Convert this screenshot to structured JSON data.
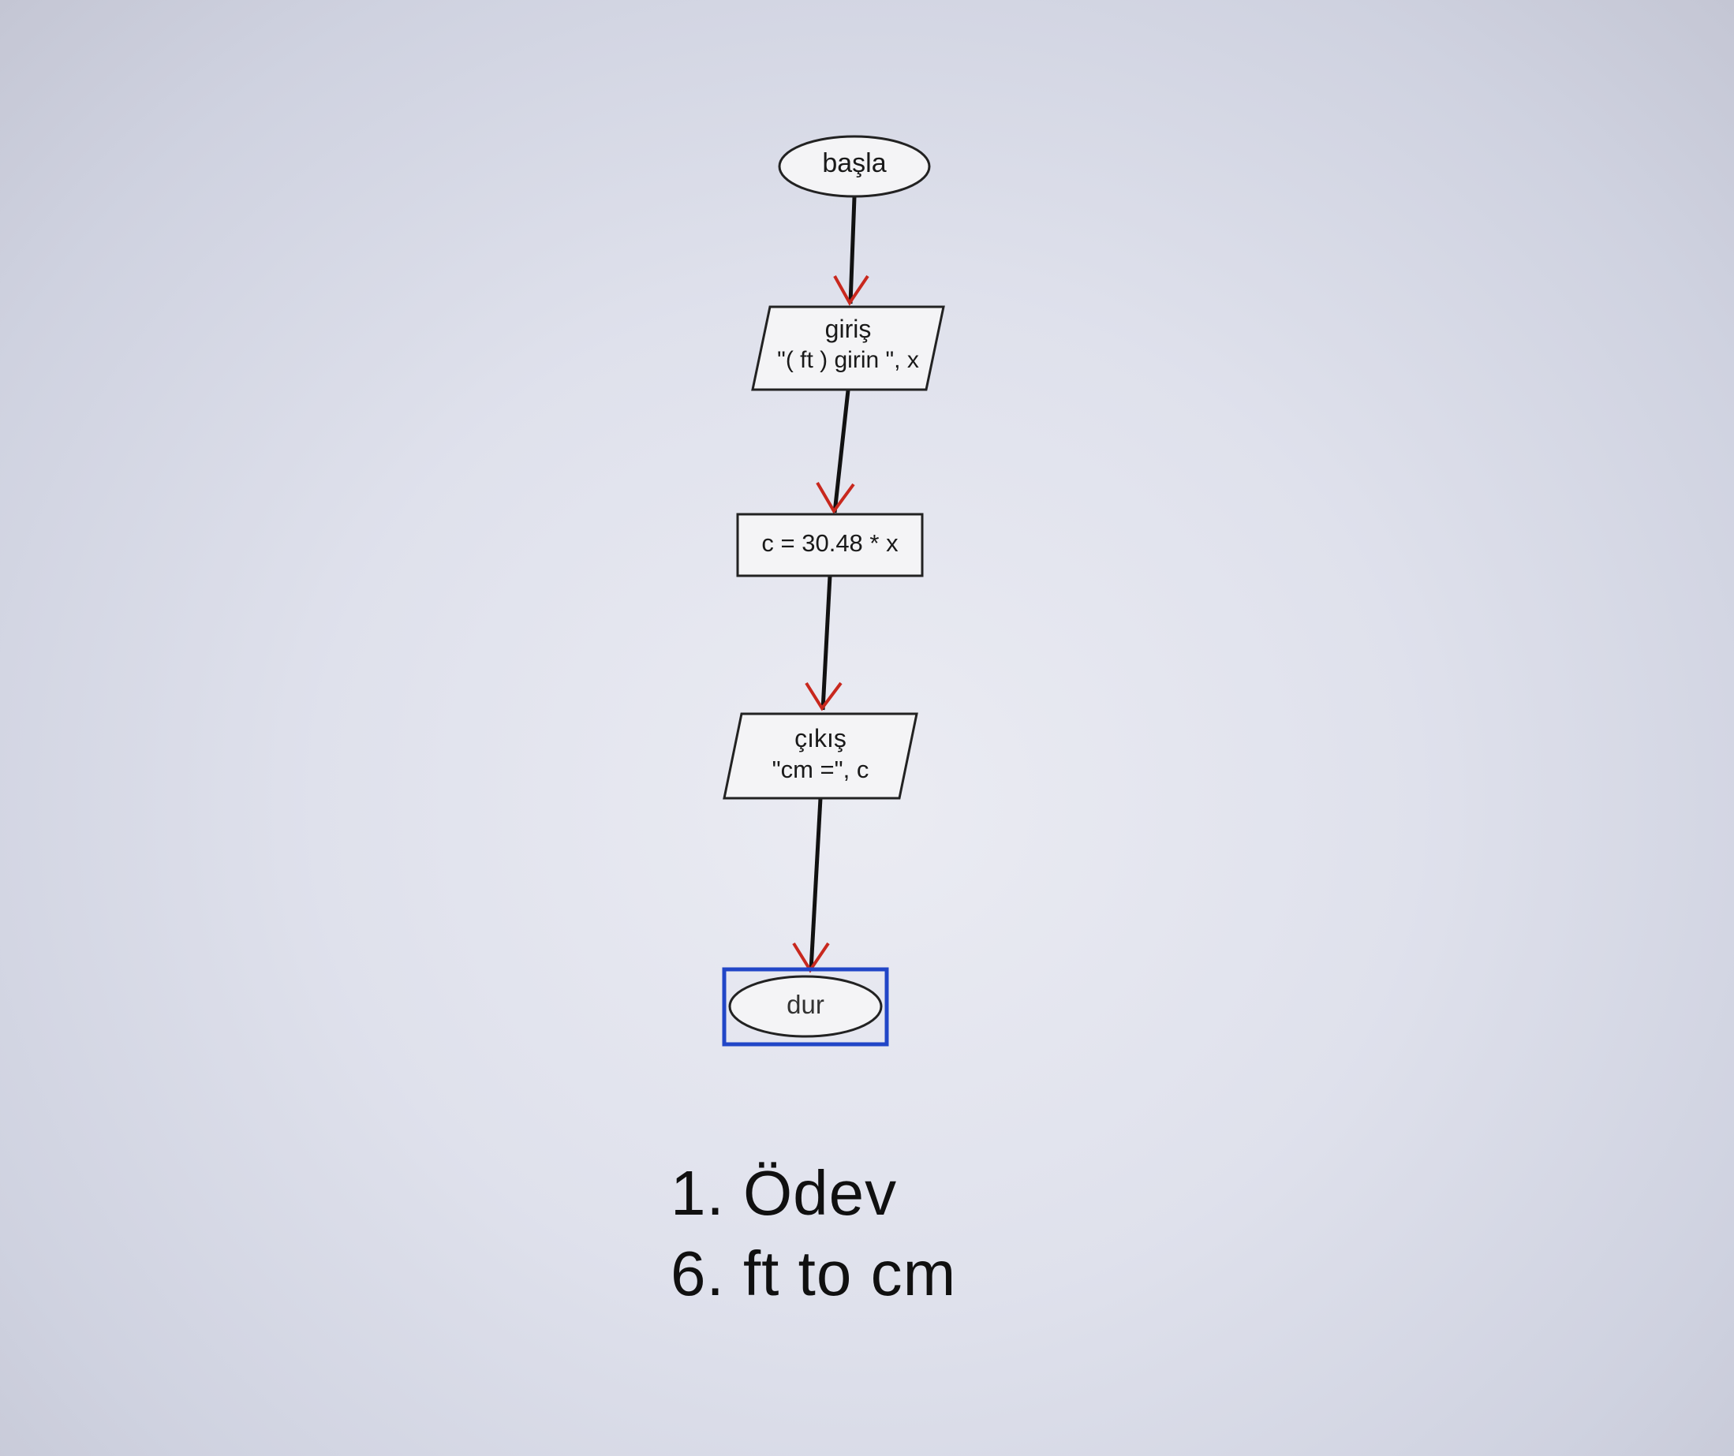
{
  "flowchart": {
    "start": "başla",
    "input": {
      "keyword": "giriş",
      "expression": "\"( ft ) girin \", x"
    },
    "process": "c = 30.48 * x",
    "output": {
      "keyword": "çıkış",
      "expression": "\"cm =\", c"
    },
    "end": "dur"
  },
  "caption": {
    "line1": "1. Ödev",
    "line2": "6. ft to cm"
  },
  "colors": {
    "arrowhead": "#c8281e",
    "connector": "#111111",
    "selection": "#2146c7",
    "shape_fill": "#f4f4f6",
    "shape_stroke": "#222222"
  }
}
